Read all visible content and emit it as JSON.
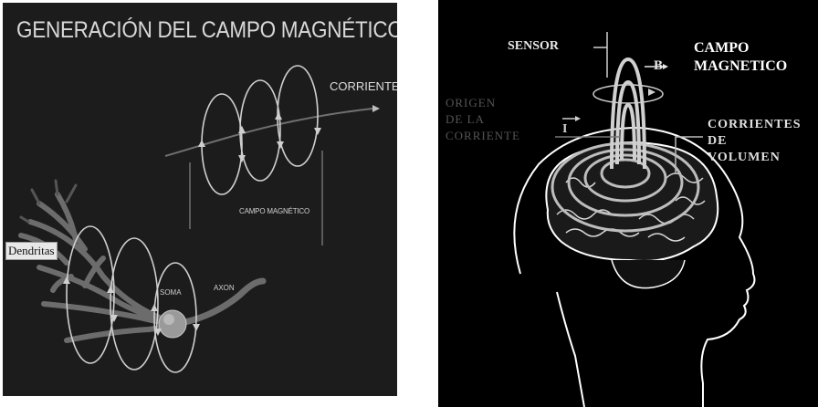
{
  "left_panel": {
    "title": "GENERACIÓN DEL CAMPO MAGNÉTICO",
    "corriente_label": "CORRIENTE",
    "campo_label": "CAMPO MAGNÉTICO",
    "dendritas_label": "Dendritas",
    "soma_label": "SOMA",
    "axon_label": "AXON"
  },
  "right_panel": {
    "sensor_label": "SENSOR",
    "b_label": "B",
    "campo_label": [
      "CAMPO",
      "MAGNETICO"
    ],
    "origen_label": [
      "ORIGEN",
      "DE LA",
      "CORRIENTE"
    ],
    "i_label": "I",
    "volumen_label": [
      "CORRIENTES",
      "DE",
      "VOLUMEN"
    ]
  },
  "colors": {
    "left_background": "#1c1c1c",
    "right_background": "#000000",
    "line": "#d9d9d9"
  }
}
